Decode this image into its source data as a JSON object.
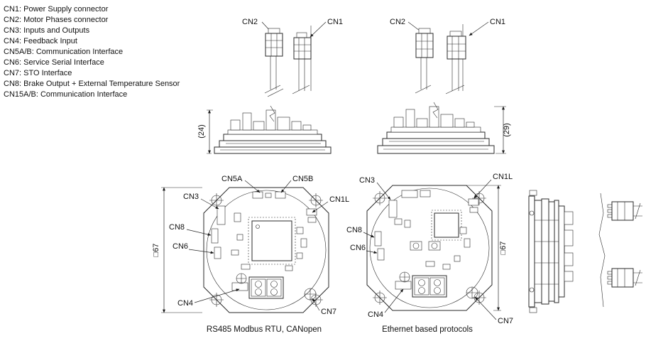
{
  "page": {
    "background": "#ffffff",
    "ink": "#1a1a1a"
  },
  "legend": {
    "items": [
      "CN1: Power Supply connector",
      "CN2: Motor Phases connector",
      "CN3: Inputs and Outputs",
      "CN4: Feedback Input",
      "CN5A/B: Communication Interface",
      "CN6: Service Serial Interface",
      "CN7: STO Interface",
      "CN8: Brake Output + External Temperature Sensor",
      "CN15A/B: Communication Interface"
    ]
  },
  "top_views": {
    "left": {
      "cn2": "CN2",
      "cn1": "CN1"
    },
    "right": {
      "cn2": "CN2",
      "cn1": "CN1"
    }
  },
  "side_profiles": {
    "left_dim": "(24)",
    "right_dim": "(29)"
  },
  "boards": {
    "left": {
      "caption": "RS485 Modbus RTU, CANopen",
      "dim": "□67",
      "callouts": {
        "cn5a": "CN5A",
        "cn5b": "CN5B",
        "cn3": "CN3",
        "cn1l": "CN1L",
        "cn8": "CN8",
        "cn6": "CN6",
        "cn4": "CN4",
        "cn7": "CN7"
      }
    },
    "right": {
      "caption": "Ethernet based protocols",
      "dim": "□67",
      "callouts": {
        "cn3": "CN3",
        "cn1l": "CN1L",
        "cn8": "CN8",
        "cn6": "CN6",
        "cn4": "CN4",
        "cn7": "CN7"
      }
    }
  }
}
